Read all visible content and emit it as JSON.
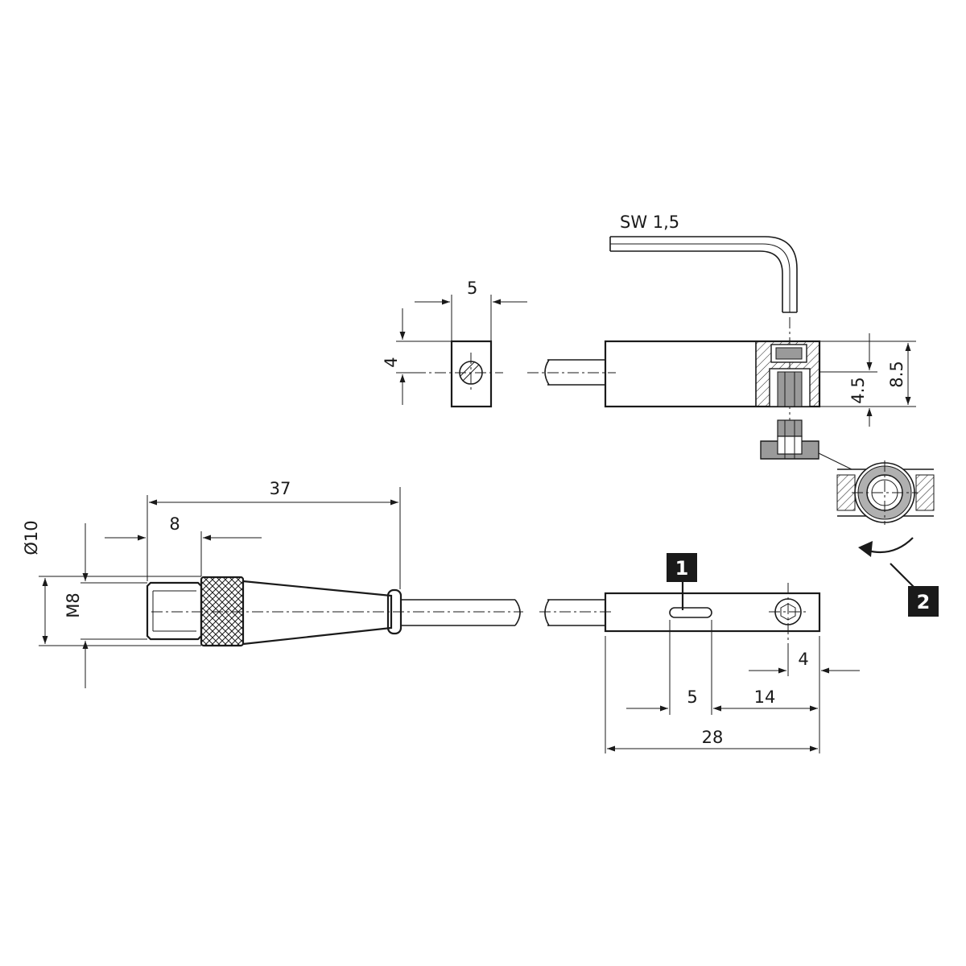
{
  "labels": {
    "wrench": "SW 1,5",
    "dim_width_5": "5",
    "dim_height_4": "4",
    "dim_45": "4.5",
    "dim_85": "8.5",
    "dim_37": "37",
    "dim_8": "8",
    "dim_d10": "Ø10",
    "dim_m8": "M8",
    "dim_4b": "4",
    "dim_5b": "5",
    "dim_14": "14",
    "dim_28": "28"
  },
  "callouts": [
    {
      "id": "1"
    },
    {
      "id": "2"
    }
  ],
  "colors": {
    "line": "#1a1a1a",
    "badge": "#1a1a1a",
    "background": "#ffffff"
  }
}
